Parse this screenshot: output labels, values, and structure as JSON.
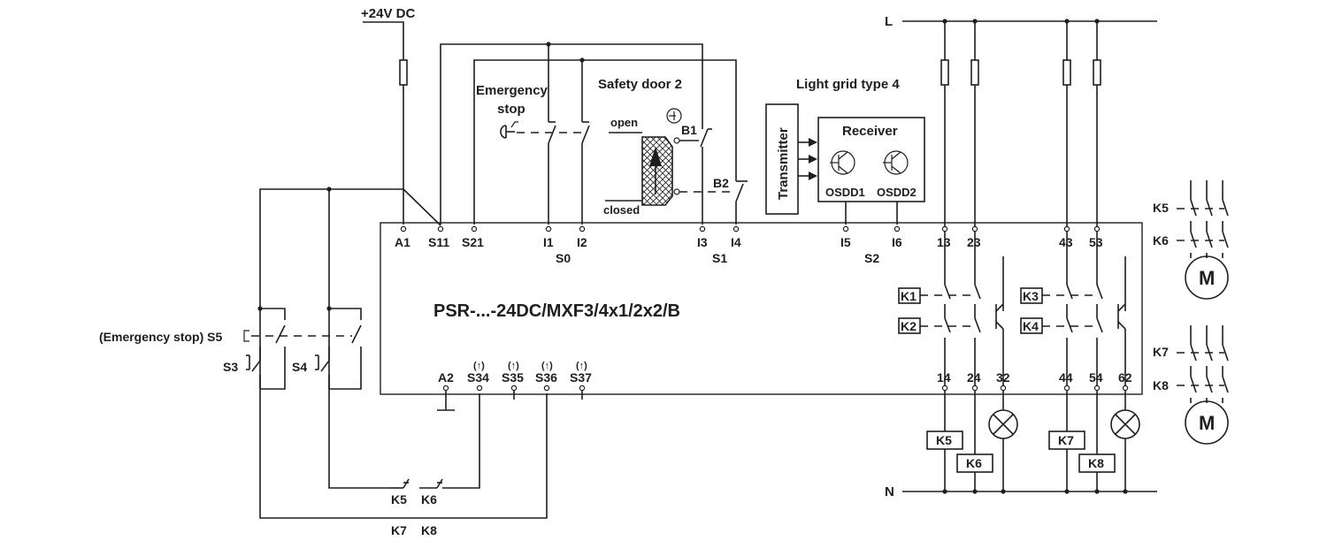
{
  "labels": {
    "supply": "+24V DC",
    "line_l": "L",
    "line_n": "N",
    "estop_title_1": "Emergency",
    "estop_title_2": "stop",
    "door_title": "Safety door 2",
    "door_open": "open",
    "door_closed": "closed",
    "b1": "B1",
    "b2": "B2",
    "light_grid_title": "Light grid type 4",
    "transmitter": "Transmitter",
    "receiver": "Receiver",
    "osdd1": "OSDD1",
    "osdd2": "OSDD2",
    "device_name": "PSR-...-24DC/MXF3/4x1/2x2/B",
    "s5_full": "(Emergency stop) S5",
    "s3": "S3",
    "s4": "S4",
    "group_s0": "S0",
    "group_s1": "S1",
    "group_s2": "S2",
    "arrow_up": "(↑)",
    "motor": "M"
  },
  "terminals_top": [
    "A1",
    "S11",
    "S21",
    "I1",
    "I2",
    "I3",
    "I4",
    "I5",
    "I6",
    "13",
    "23",
    "43",
    "53"
  ],
  "terminals_bottom": [
    "A2",
    "S34",
    "S35",
    "S36",
    "S37",
    "14",
    "24",
    "32",
    "44",
    "54",
    "62"
  ],
  "internal_relays": [
    "K1",
    "K2",
    "K3",
    "K4"
  ],
  "load_relays": [
    "K5",
    "K6",
    "K7",
    "K8"
  ],
  "feedback_labels": {
    "row1_a": "K5",
    "row1_b": "K6",
    "row2_a": "K7",
    "row2_b": "K8"
  },
  "motor_contacts": [
    "K5",
    "K6",
    "K7",
    "K8"
  ]
}
